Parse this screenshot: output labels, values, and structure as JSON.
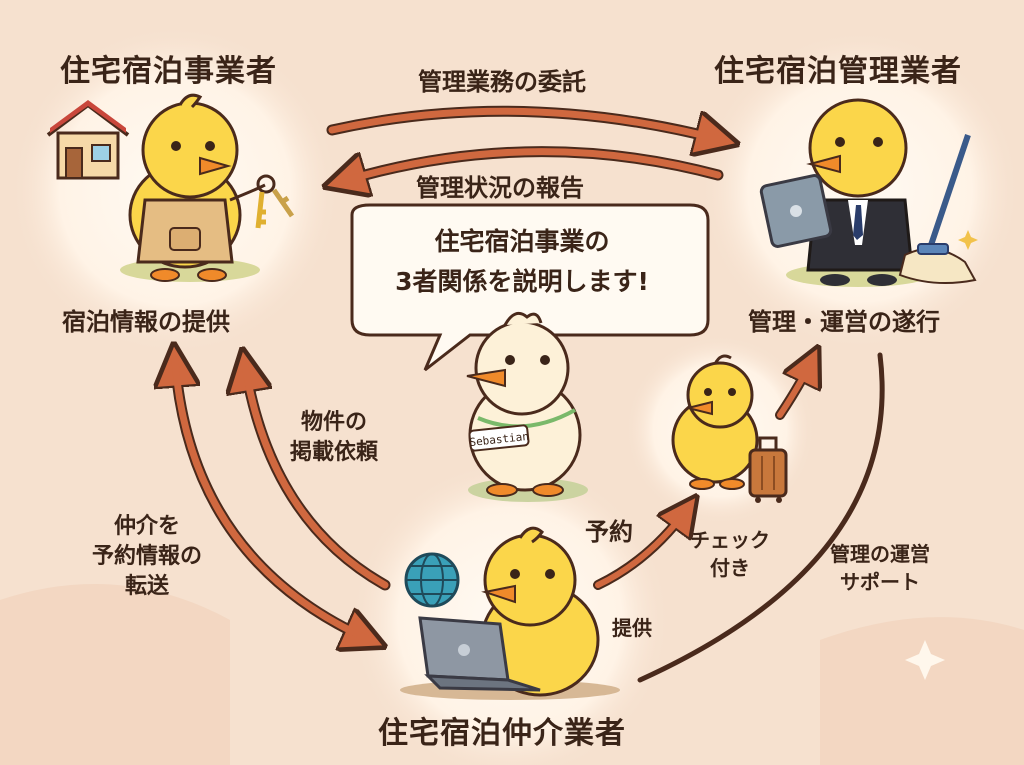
{
  "roles": {
    "operator": "住宅宿泊事業者",
    "manager": "住宅宿泊管理業者",
    "broker": "住宅宿泊仲介業者"
  },
  "actions": {
    "operator": "宿泊情報の提供",
    "manager": "管理・運営の遂行"
  },
  "flows": {
    "delegation": "管理業務の委託",
    "report": "管理状況の報告",
    "listing": [
      "物件の",
      "掲載依頼"
    ],
    "forward": [
      "仲介を",
      "予約情報の",
      "転送"
    ],
    "booking": "予約",
    "checkin": [
      "チェック",
      "付き"
    ],
    "provide": "提供",
    "support": [
      "管理の運営",
      "サポート"
    ]
  },
  "bubble": {
    "lines": [
      "住宅宿泊事業の",
      "3者関係を説明します!"
    ]
  },
  "badge": "Sebastian",
  "colors": {
    "background": "#f6e1cf",
    "arrow": "#d0683f",
    "arrow_dark": "#4a2a1c",
    "chick": "#fbd64a",
    "beak": "#f08a2a"
  }
}
